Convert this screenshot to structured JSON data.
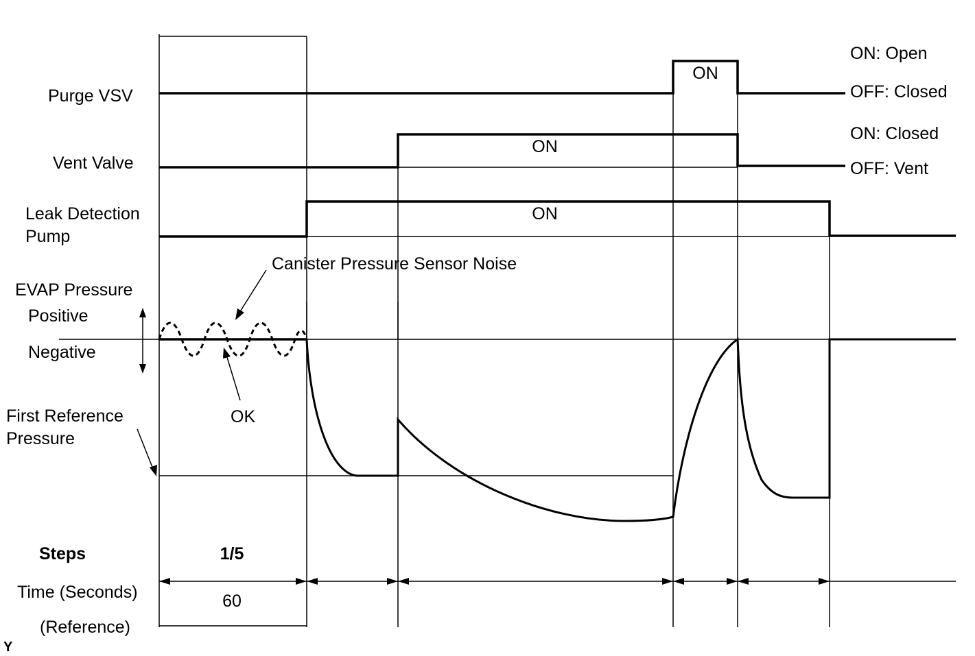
{
  "signals": {
    "purge_vsv": {
      "label": "Purge VSV",
      "pulse_label": "ON",
      "state_on": "ON: Open",
      "state_off": "OFF: Closed"
    },
    "vent_valve": {
      "label": "Vent Valve",
      "pulse_label": "ON",
      "state_on": "ON: Closed",
      "state_off": "OFF: Vent"
    },
    "leak_pump": {
      "label_line1": "Leak Detection",
      "label_line2": "Pump",
      "pulse_label": "ON"
    }
  },
  "evap": {
    "title": "EVAP Pressure",
    "positive": "Positive",
    "negative": "Negative",
    "noise_annotation": "Canister Pressure Sensor Noise",
    "ok_annotation": "OK",
    "first_ref_line1": "First Reference",
    "first_ref_line2": "Pressure"
  },
  "footer": {
    "steps_label": "Steps",
    "step_value": "1/5",
    "time_label": "Time (Seconds)",
    "reference_label": "(Reference)",
    "time_value": "60"
  },
  "corner_mark": "Y"
}
